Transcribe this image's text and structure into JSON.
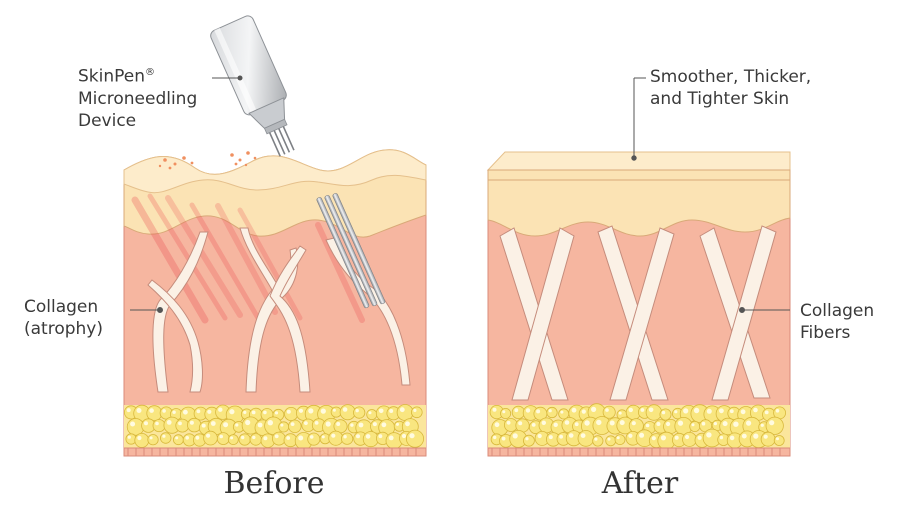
{
  "labels": {
    "device_name": "SkinPen",
    "device_mark": "®",
    "device_line2": "Microneedling",
    "device_line3": "Device",
    "collagen_before_line1": "Collagen",
    "collagen_before_line2": "(atrophy)",
    "after_top_line1": "Smoother, Thicker,",
    "after_top_line2": "and Tighter Skin",
    "collagen_after_line1": "Collagen",
    "collagen_after_line2": "Fibers"
  },
  "captions": {
    "before": "Before",
    "after": "After"
  },
  "colors": {
    "epidermis": "#fbe3b4",
    "dermis": "#f6b6a0",
    "fat": "#f7e06a",
    "collagen": "#fbf1e6",
    "outline": "#d98b7a",
    "trauma": "#e8434a"
  }
}
